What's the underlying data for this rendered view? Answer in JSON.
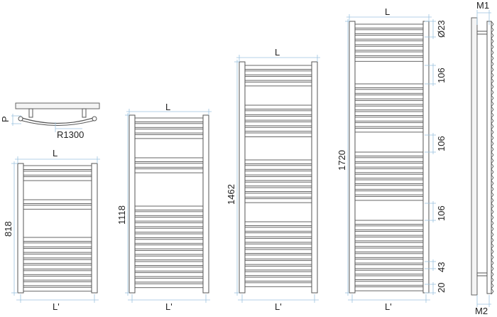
{
  "top_view": {
    "depth_label": "P",
    "radius_label": "R1300"
  },
  "radiators": [
    {
      "height_label": "818",
      "width_label": "L",
      "axis_label": "L'"
    },
    {
      "height_label": "1118",
      "width_label": "L",
      "axis_label": "L'"
    },
    {
      "height_label": "1462",
      "width_label": "L",
      "axis_label": "L'"
    },
    {
      "height_label": "1720",
      "width_label": "L",
      "axis_label": "L'"
    }
  ],
  "detail_dims": {
    "tube_diameter": "Ø23",
    "gap_1": "106",
    "gap_2": "106",
    "gap_3": "106",
    "bottom_pitch": "43",
    "bottom_offset": "20"
  },
  "side_view": {
    "top_label": "M1",
    "bottom_label": "M2"
  }
}
